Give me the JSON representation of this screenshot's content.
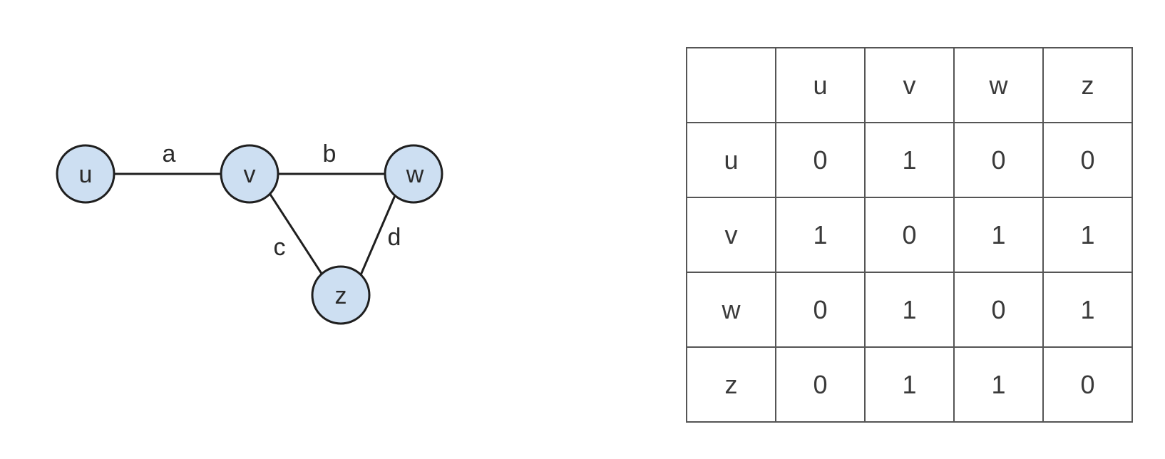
{
  "graph": {
    "nodes": [
      {
        "id": "u",
        "label": "u"
      },
      {
        "id": "v",
        "label": "v"
      },
      {
        "id": "w",
        "label": "w"
      },
      {
        "id": "z",
        "label": "z"
      }
    ],
    "edges": [
      {
        "label": "a",
        "from": "u",
        "to": "v"
      },
      {
        "label": "b",
        "from": "v",
        "to": "w"
      },
      {
        "label": "c",
        "from": "v",
        "to": "z"
      },
      {
        "label": "d",
        "from": "w",
        "to": "z"
      }
    ],
    "node_fill": "#cddff2",
    "stroke_color": "#1f1f1f"
  },
  "matrix": {
    "corner": "",
    "columns": [
      "u",
      "v",
      "w",
      "z"
    ],
    "rows": [
      {
        "label": "u",
        "cells": [
          "0",
          "1",
          "0",
          "0"
        ]
      },
      {
        "label": "v",
        "cells": [
          "1",
          "0",
          "1",
          "1"
        ]
      },
      {
        "label": "w",
        "cells": [
          "0",
          "1",
          "0",
          "1"
        ]
      },
      {
        "label": "z",
        "cells": [
          "0",
          "1",
          "1",
          "0"
        ]
      }
    ],
    "border_color": "#555555"
  }
}
